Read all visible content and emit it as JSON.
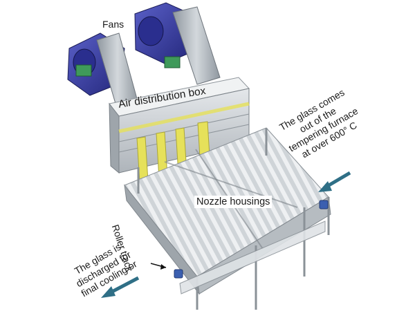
{
  "labels": {
    "fans": "Fans",
    "air_distribution_box": "Air distribution box",
    "nozzle_housings": "Nozzle housings",
    "roller_track": "Roller track",
    "glass_in_lines": [
      "The glass comes",
      "out of the",
      "tempering furnace",
      "at over 600° C"
    ],
    "glass_out_lines": [
      "The glass is",
      "discharged for",
      "final cooling or"
    ]
  },
  "colors": {
    "arrow": "#2f6f86",
    "fan_housing": "#3b3fa3",
    "fan_motor": "#3f9a5a",
    "duct": "#b9c0c6",
    "frame": "#c7ccd1",
    "nozzle": "#d9dde1",
    "air_box": "#c2c7cc",
    "duct_highlight": "#e6e15a",
    "roller_motor": "#3b5fb0"
  },
  "icons": {
    "arrow_in": "arrow-down-left-icon",
    "arrow_out": "arrow-down-left-icon"
  }
}
